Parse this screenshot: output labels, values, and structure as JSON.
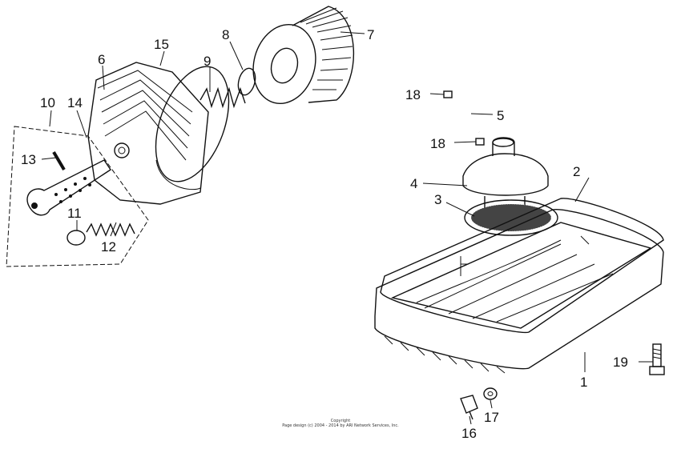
{
  "callouts": {
    "c1": "1",
    "c2": "2",
    "c3": "3",
    "c4": "4",
    "c5": "5",
    "c6": "6",
    "c7": "7",
    "c8": "8",
    "c9": "9",
    "c10": "10",
    "c11": "11",
    "c12": "12",
    "c13": "13",
    "c14": "14",
    "c15": "15",
    "c16": "16",
    "c17": "17",
    "c18a": "18",
    "c18b": "18",
    "c19": "19"
  },
  "copyright": {
    "line1": "Copyright",
    "line2": "Page design (c) 2004 - 2014 by ARI Network Services, Inc."
  }
}
